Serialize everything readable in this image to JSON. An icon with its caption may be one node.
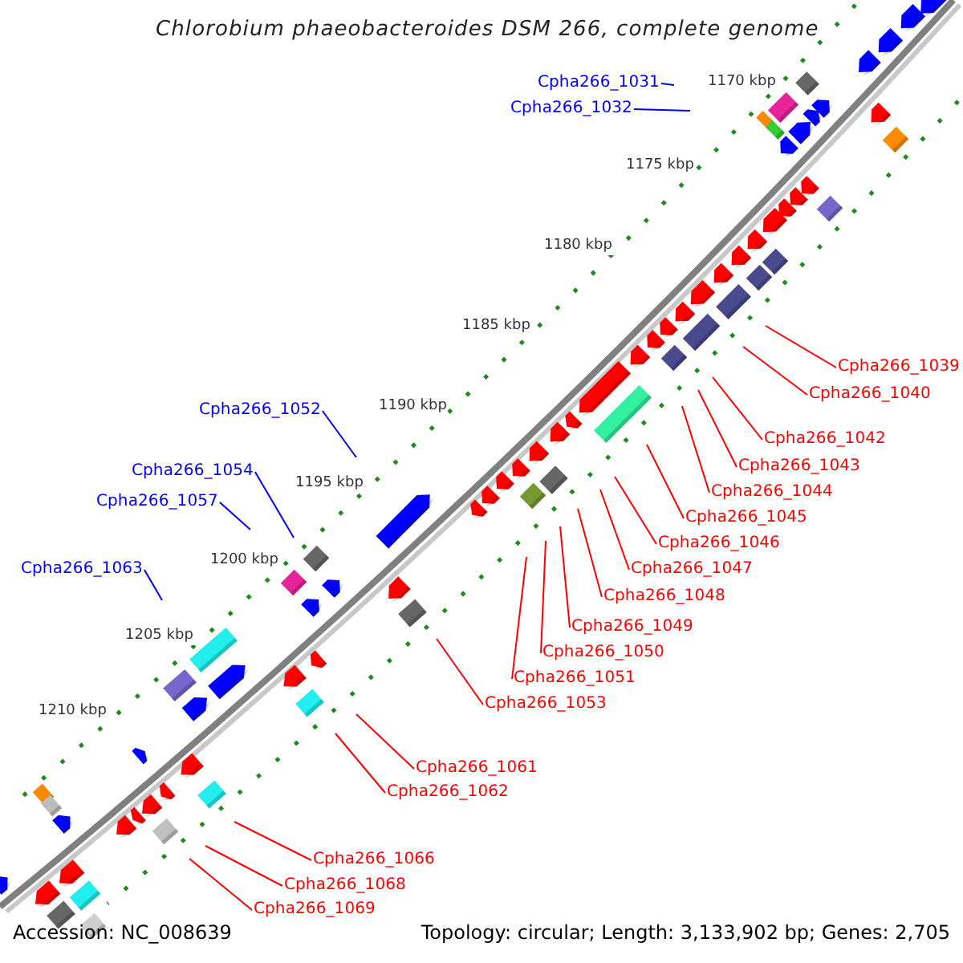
{
  "diagram": {
    "title": "Chlorobium phaeobacteroides DSM 266, complete genome",
    "nodes": [
      {
        "text": [
          "Cpha266_1031"
        ]
      },
      {
        "text": [
          "Cpha266_1032"
        ]
      },
      {
        "text": [
          "Cpha266_1039"
        ]
      },
      {
        "text": [
          "Cpha266_1040"
        ]
      },
      {
        "text": [
          "Cpha266_1052"
        ]
      },
      {
        "text": [
          "Cpha266_1042"
        ]
      },
      {
        "text": [
          "Cpha266_1043"
        ]
      },
      {
        "text": [
          "Cpha266_1054"
        ]
      },
      {
        "text": [
          "Cpha266_1044"
        ]
      },
      {
        "text": [
          "Cpha266_1057"
        ]
      },
      {
        "text": [
          "Cpha266_1045"
        ]
      },
      {
        "text": [
          "Cpha266_1046"
        ]
      },
      {
        "text": [
          "Cpha266_1063"
        ]
      },
      {
        "text": [
          "Cpha266_1047"
        ]
      },
      {
        "text": [
          "Cpha266_1048"
        ]
      },
      {
        "text": [
          "Cpha266_1049"
        ]
      },
      {
        "text": [
          "Cpha266_1050"
        ]
      },
      {
        "text": [
          "Cpha266_1051"
        ]
      },
      {
        "text": [
          "Cpha266_1053"
        ]
      },
      {
        "text": [
          "Cpha266_1061"
        ]
      },
      {
        "text": [
          "Cpha266_1062"
        ]
      },
      {
        "text": [
          "Cpha266_1066"
        ]
      },
      {
        "text": [
          "Cpha266_1068"
        ]
      },
      {
        "text": [
          "Cpha266_1069"
        ]
      }
    ],
    "edges": [
      {
        "from": 0,
        "to": null,
        "arrow": "none",
        "color": "#0000ff"
      },
      {
        "from": 1,
        "to": null,
        "arrow": "none",
        "color": "#0000ff"
      },
      {
        "from": 2,
        "to": null,
        "arrow": "none"
      },
      {
        "from": 3,
        "to": null,
        "arrow": "none"
      },
      {
        "from": 4,
        "to": null,
        "arrow": "none",
        "color": "#0000ff"
      },
      {
        "from": 5,
        "to": null,
        "arrow": "none"
      },
      {
        "from": 6,
        "to": null,
        "arrow": "none"
      },
      {
        "from": 7,
        "to": null,
        "arrow": "none",
        "color": "#0000ff"
      },
      {
        "from": 8,
        "to": null,
        "arrow": "none"
      },
      {
        "from": 9,
        "to": null,
        "arrow": "none",
        "color": "#0000ff"
      },
      {
        "from": 10,
        "to": null,
        "arrow": "none"
      },
      {
        "from": 11,
        "to": null,
        "arrow": "none"
      },
      {
        "from": 12,
        "to": null,
        "arrow": "none",
        "color": "#0000ff"
      },
      {
        "from": 13,
        "to": null,
        "arrow": "none"
      },
      {
        "from": 14,
        "to": null,
        "arrow": "none"
      },
      {
        "from": 15,
        "to": null,
        "arrow": "none"
      },
      {
        "from": 16,
        "to": null,
        "arrow": "none"
      },
      {
        "from": 17,
        "to": null,
        "arrow": "none"
      },
      {
        "from": 18,
        "to": null,
        "arrow": "none"
      },
      {
        "from": 19,
        "to": null,
        "arrow": "none"
      },
      {
        "from": 20,
        "to": null,
        "arrow": "none"
      },
      {
        "from": 21,
        "to": null,
        "arrow": "none"
      },
      {
        "from": 22,
        "to": null,
        "arrow": "none"
      },
      {
        "from": 23,
        "to": null,
        "arrow": "none"
      }
    ],
    "labels": [
      "1170 kbp",
      "1175 kbp",
      "1180 kbp",
      "1185 kbp",
      "1190 kbp",
      "1195 kbp",
      "1200 kbp",
      "1205 kbp",
      "1210 kbp",
      "Accession: NC_008639",
      "Topology: circular; Length: 3,133,902 bp; Genes: 2,705"
    ]
  }
}
